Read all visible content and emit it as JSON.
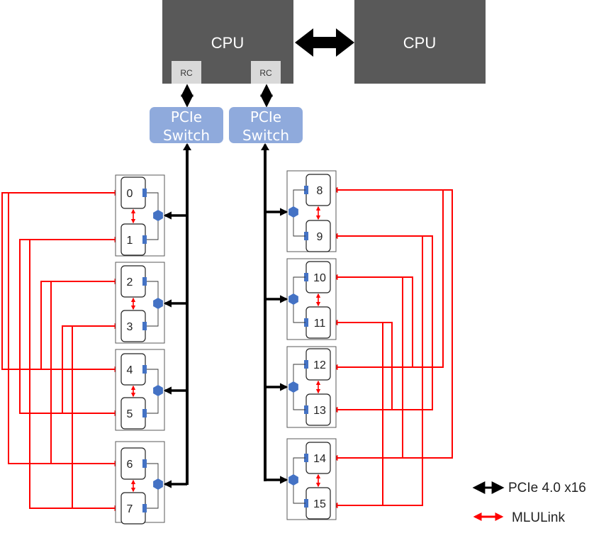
{
  "cpus": [
    {
      "label": "CPU",
      "color": "#595959"
    },
    {
      "label": "CPU",
      "color": "#595959"
    }
  ],
  "rc": [
    {
      "label": "RC"
    },
    {
      "label": "RC"
    }
  ],
  "switches": [
    {
      "line1": "PCIe",
      "line2": "Switch",
      "color": "#8faadc"
    },
    {
      "line1": "PCIe",
      "line2": "Switch",
      "color": "#8faadc"
    }
  ],
  "devices": [
    "0",
    "1",
    "2",
    "3",
    "4",
    "5",
    "6",
    "7",
    "8",
    "9",
    "10",
    "11",
    "12",
    "13",
    "14",
    "15"
  ],
  "legend": [
    {
      "label": "PCIe 4.0 x16",
      "color": "#000000"
    },
    {
      "label": "MLULink",
      "color": "#ff0000"
    }
  ],
  "colors": {
    "pcie": "#000000",
    "mlulink": "#ff0000",
    "hub": "#4472c4",
    "card_border": "#595959"
  }
}
